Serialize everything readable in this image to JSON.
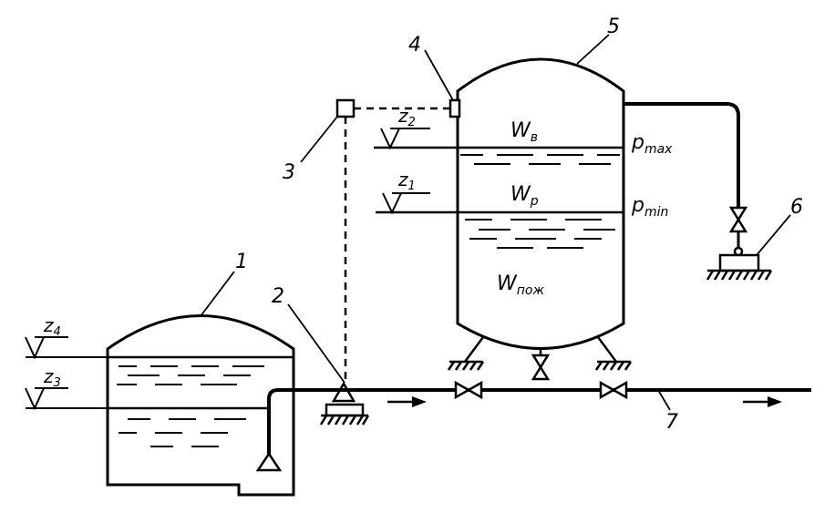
{
  "labels": {
    "tank_number": "1",
    "pump_number": "2",
    "relay_number": "3",
    "sensor_number": "4",
    "vessel_number": "5",
    "compressor_number": "6",
    "pipeline_number": "7"
  },
  "levels": {
    "z4": {
      "letter": "z",
      "sub": "4"
    },
    "z3": {
      "letter": "z",
      "sub": "3"
    },
    "z2": {
      "letter": "z",
      "sub": "2"
    },
    "z1": {
      "letter": "z",
      "sub": "1"
    }
  },
  "volumes": {
    "w_b": {
      "letter": "W",
      "sub": "в"
    },
    "w_p": {
      "letter": "W",
      "sub": "р"
    },
    "w_pozh": {
      "letter": "W",
      "sub": "пож"
    }
  },
  "pressures": {
    "p_max": {
      "letter": "p",
      "sub": "max"
    },
    "p_min": {
      "letter": "p",
      "sub": "min"
    }
  }
}
